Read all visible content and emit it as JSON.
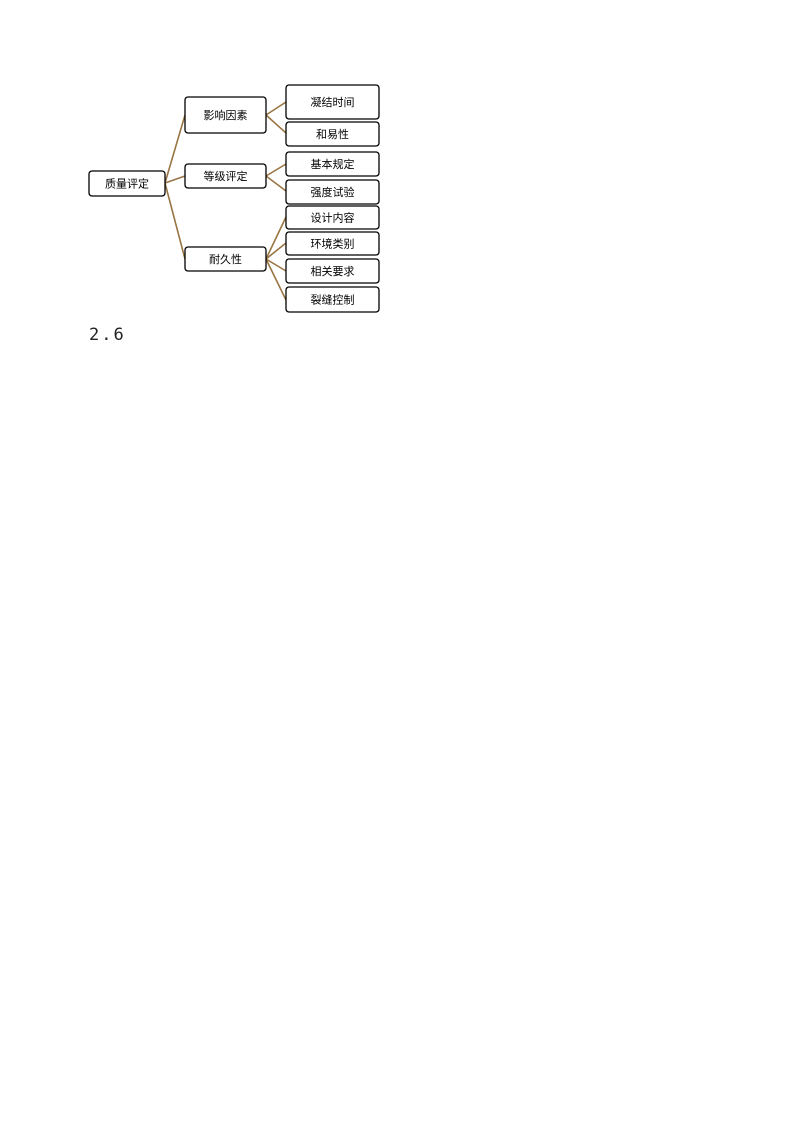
{
  "diagram": {
    "root": {
      "label": "质量评定",
      "children": [
        {
          "label": "影响因素",
          "children": [
            "凝结时间",
            "和易性"
          ]
        },
        {
          "label": "等级评定",
          "children": [
            "基本规定",
            "强度试验"
          ]
        },
        {
          "label": "耐久性",
          "children": [
            "设计内容",
            "环境类别",
            "相关要求",
            "裂缝控制"
          ]
        }
      ]
    },
    "connector_color": "#9a7544"
  },
  "section_number": "2.6"
}
